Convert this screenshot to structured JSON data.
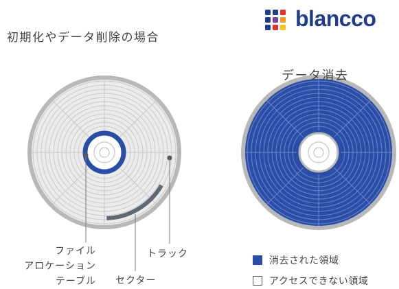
{
  "left_panel": {
    "title": "初期化やデータ削除の場合",
    "labels": {
      "fat_line1": "ファイル",
      "fat_line2": "アロケーション",
      "fat_line3": "テーブル",
      "track": "トラック",
      "sector": "セクター"
    }
  },
  "right_panel": {
    "brand": "blancco",
    "title": "データ消去",
    "legend": [
      {
        "label": "消去された領域"
      },
      {
        "label": "アクセスできない領域"
      }
    ]
  },
  "colors": {
    "erased": "#2a4ea8",
    "platter": "#e6e6e6",
    "rim": "#b8b8b8",
    "brand": "#1f3d8a"
  },
  "icons": [
    "blancco-logo-icon"
  ]
}
